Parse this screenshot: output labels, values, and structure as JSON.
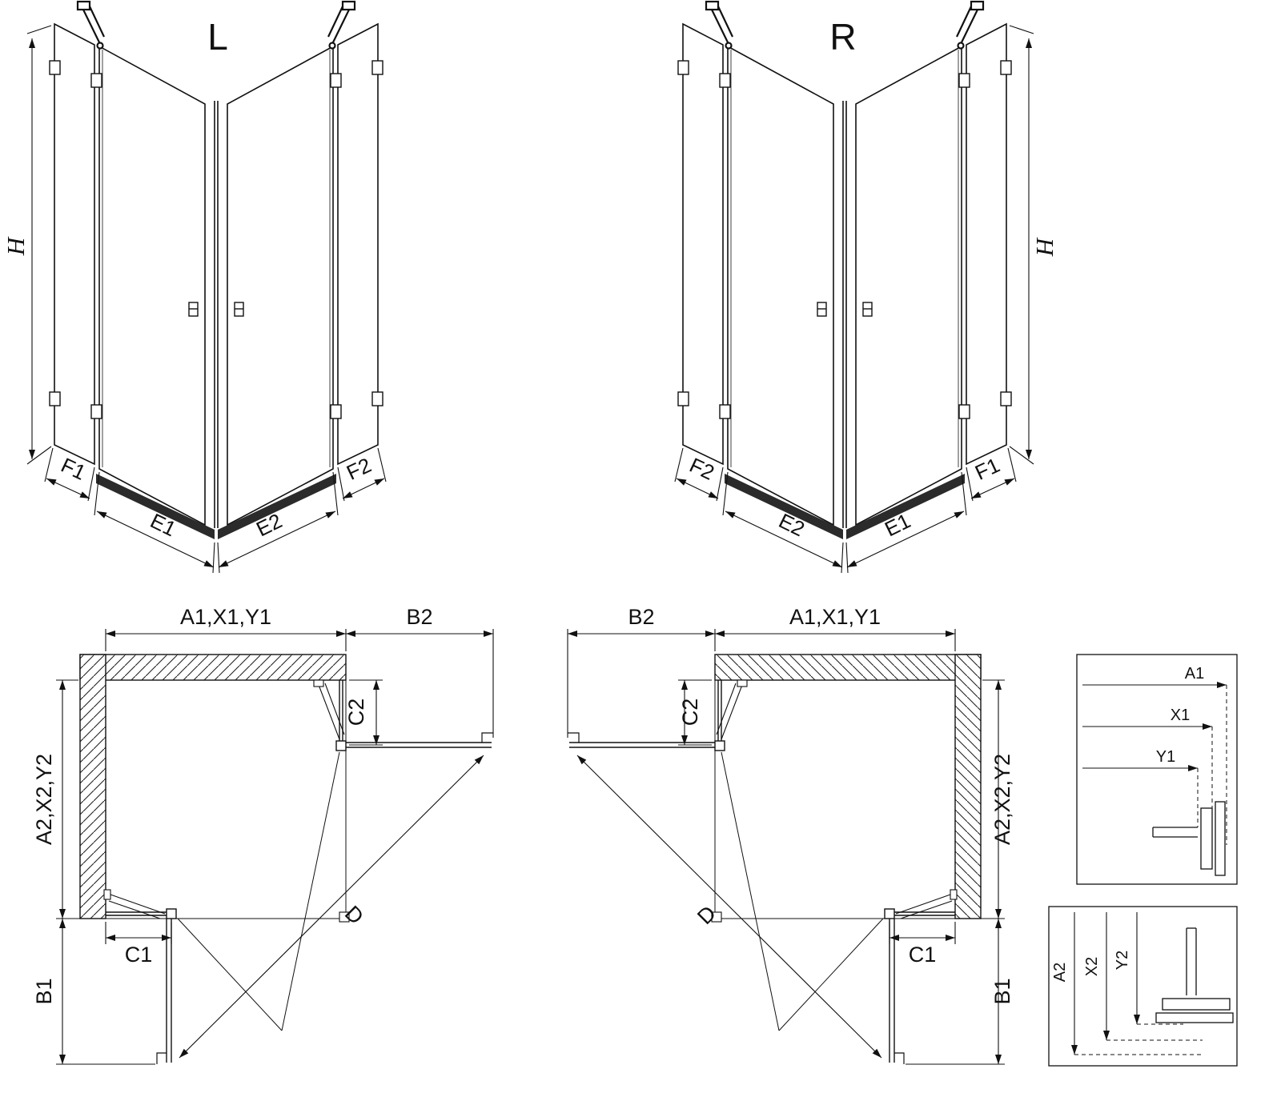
{
  "page": {
    "background": "#ffffff",
    "line_color": "#111111"
  },
  "perspective_left": {
    "variant": "L",
    "height": "H",
    "fixed_near": "F1",
    "door_near": "E1",
    "door_far": "E2",
    "fixed_far": "F2"
  },
  "perspective_right": {
    "variant": "R",
    "height": "H",
    "fixed_near": "F2",
    "door_near": "E2",
    "door_far": "E1",
    "fixed_far": "F1"
  },
  "plan_left": {
    "width_total": "A1,X1,Y1",
    "door_open_top": "B2",
    "fixed_side": "C2",
    "depth_total": "A2,X2,Y2",
    "fixed_bottom": "C1",
    "door_open_bottom": "B1",
    "diagonal": "D"
  },
  "plan_right": {
    "width_total": "A1,X1,Y1",
    "door_open_top": "B2",
    "fixed_side": "C2",
    "depth_total": "A2,X2,Y2",
    "fixed_bottom": "C1",
    "door_open_bottom": "B1",
    "diagonal": "D"
  },
  "detail_width": {
    "rows": [
      "A1",
      "X1",
      "Y1"
    ]
  },
  "detail_depth": {
    "rows": [
      "A2",
      "X2",
      "Y2"
    ]
  }
}
